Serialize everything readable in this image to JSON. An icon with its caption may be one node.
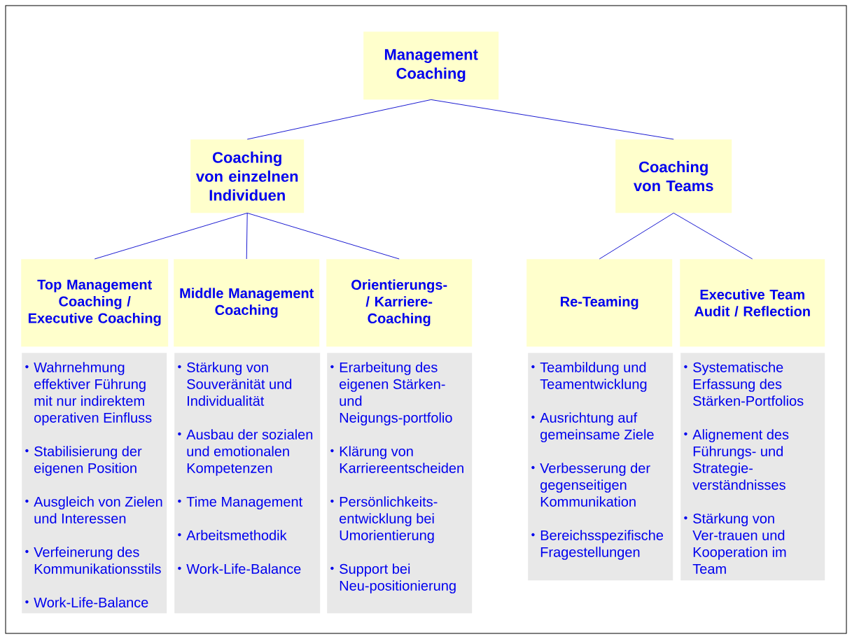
{
  "diagram": {
    "nodes": [
      {
        "text": [
          "Management Coaching"
        ]
      },
      {
        "text": [
          "Coaching von einzelnen Individuen"
        ]
      },
      {
        "text": [
          "Coaching von Teams"
        ]
      },
      {
        "text": [
          "Top Management Coaching / Executive Coaching"
        ]
      },
      {
        "text": [
          "Middle Management Coaching"
        ]
      },
      {
        "text": [
          "Orientierungs-/ Karriere-Coaching"
        ]
      },
      {
        "text": [
          "Re-Teaming"
        ]
      },
      {
        "text": [
          "Executive Team Audit / Reflection"
        ]
      },
      {
        "text": [
          "Wahrnehmung effektiver Führung mit nur indirektem operativen Einfluss",
          "Stabilisierung der eigenen Position",
          "Ausgleich von Zielen und Interessen",
          "Verfeinerung des Kommunikationsstils",
          "Work-Life-Balance"
        ]
      },
      {
        "text": [
          "Stärkung von Souveränität und Individualität",
          "Ausbau der sozialen und emotionalen Kompetenzen",
          "Time Management",
          "Arbeitsmethodik",
          "Work-Life-Balance"
        ]
      },
      {
        "text": [
          "Erarbeitung des eigenen Stärken- und Neigungs-portfolio",
          "Klärung von Karriereentscheiden",
          "Persönlichkeits-entwicklung bei Umorientierung",
          "Support bei Neu-positionierung"
        ]
      },
      {
        "text": [
          "Teambildung und Teamentwicklung",
          "Ausrichtung auf gemeinsame Ziele",
          "Verbesserung der gegenseitigen Kommunikation",
          "Bereichsspezifische Fragestellungen"
        ]
      },
      {
        "text": [
          "Systematische Erfassung des Stärken-Portfolios",
          "Alignement des Führungs- und Strategie-verständnisses",
          "Stärkung von Ver-trauen und Kooperation im Team"
        ]
      }
    ],
    "edges": [
      {
        "from": 0,
        "to": 1,
        "arrow": "none"
      },
      {
        "from": 0,
        "to": 2,
        "arrow": "none"
      },
      {
        "from": 1,
        "to": 3,
        "arrow": "none"
      },
      {
        "from": 1,
        "to": 4,
        "arrow": "none"
      },
      {
        "from": 1,
        "to": 5,
        "arrow": "none"
      },
      {
        "from": 2,
        "to": 6,
        "arrow": "none"
      },
      {
        "from": 2,
        "to": 7,
        "arrow": "none"
      }
    ]
  }
}
